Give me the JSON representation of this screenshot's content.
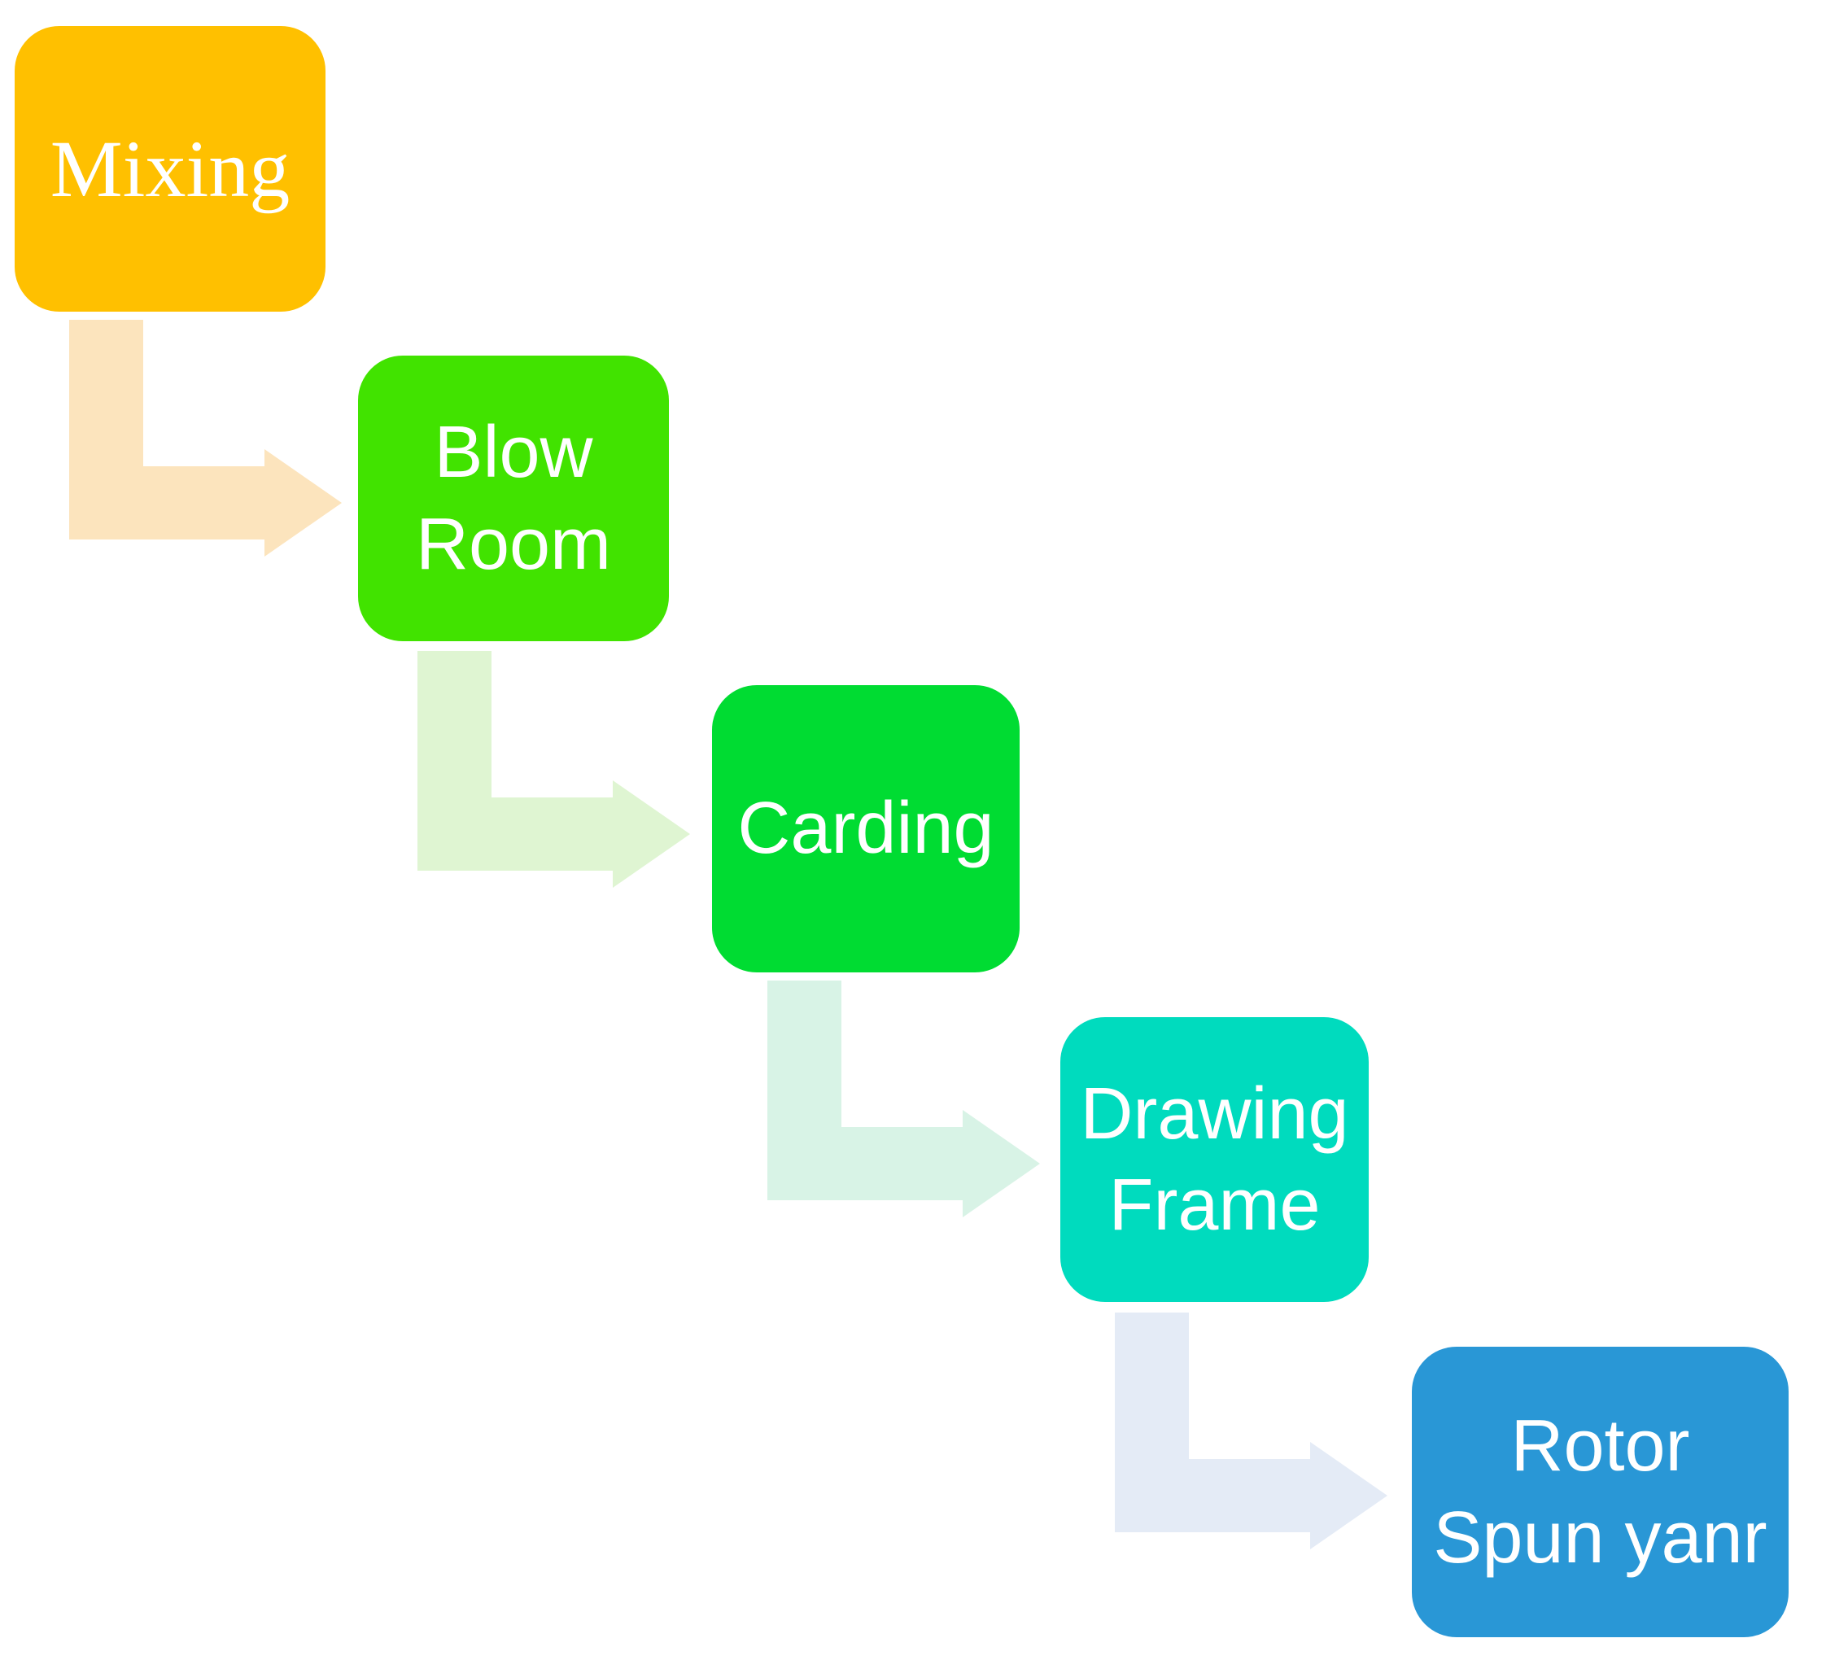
{
  "diagram": {
    "type": "process-flow",
    "background_color": "#FFFFFF",
    "text_color": "#FFFFFF",
    "steps": [
      {
        "label": "Mixing",
        "lines": [
          "Mixing"
        ],
        "color": "#FFC000"
      },
      {
        "label": "Blow Room",
        "lines": [
          "Blow",
          "Room"
        ],
        "color": "#41E300"
      },
      {
        "label": "Carding",
        "lines": [
          "Carding"
        ],
        "color": "#00DC32"
      },
      {
        "label": "Drawing Frame",
        "lines": [
          "Drawing",
          "Frame"
        ],
        "color": "#00DBBE"
      },
      {
        "label": "Rotor Spun yanr",
        "lines": [
          "Rotor",
          "Spun yanr"
        ],
        "color": "#2997D6"
      }
    ],
    "connectors": [
      {
        "from": "Mixing",
        "to": "Blow Room",
        "shape": "elbow-down-right",
        "color": "#FCE4BD"
      },
      {
        "from": "Blow Room",
        "to": "Carding",
        "shape": "elbow-down-right",
        "color": "#DFF5D2"
      },
      {
        "from": "Carding",
        "to": "Drawing Frame",
        "shape": "elbow-down-right",
        "color": "#D8F3E6"
      },
      {
        "from": "Drawing Frame",
        "to": "Rotor Spun yanr",
        "shape": "elbow-down-right",
        "color": "#E4EBF6"
      }
    ]
  }
}
